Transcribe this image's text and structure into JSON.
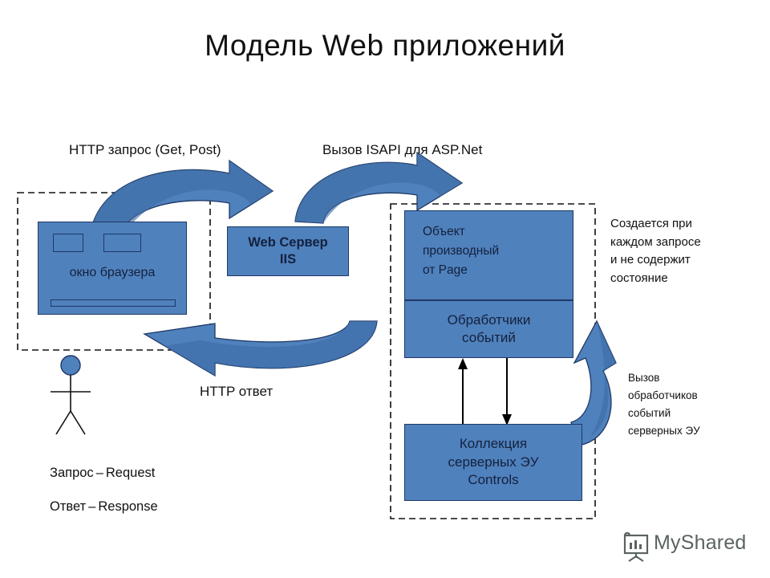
{
  "slide": {
    "title": "Модель Web приложений"
  },
  "labels": {
    "http_request": "HTTP запрос (Get, Post)",
    "isapi_call": "Вызов ISAPI для ASP.Net",
    "http_response": "HTTP ответ"
  },
  "browser": {
    "caption": "окно браузера"
  },
  "web_server": {
    "line1": "Web Сервер",
    "line2": "IIS"
  },
  "page_object": {
    "line1": "Объект",
    "line2": "производный",
    "line3": "от Page"
  },
  "event_handlers": {
    "line1": "Обработчики",
    "line2": "событий"
  },
  "controls": {
    "line1": "Коллекция",
    "line2": "серверных ЭУ",
    "line3": "Controls"
  },
  "notes": {
    "created_per_request": {
      "line1": "Создается при",
      "line2": "каждом запросе",
      "line3": "и не содержит",
      "line4": "состояние"
    },
    "handlers_call": {
      "line1": "Вызов",
      "line2": "обработчиков",
      "line3": "событий",
      "line4": "серверных ЭУ"
    }
  },
  "legend": {
    "request_ru": "Запрос",
    "request_dash": "–",
    "request_en": "Request",
    "response_ru": "Ответ",
    "response_dash": "–",
    "response_en": "Response"
  },
  "watermark": {
    "text": "MyShared"
  },
  "colors": {
    "box_fill": "#4f81bd",
    "box_stroke": "#1f3864",
    "arrow_fill": "#4f81bd",
    "arrow_fill_dark": "#3d6ca5",
    "arrow_stroke": "#1f3864",
    "dashed_stroke": "#111111",
    "text": "#111111",
    "box_text": "#14213d",
    "watermark": "#5a6361"
  }
}
